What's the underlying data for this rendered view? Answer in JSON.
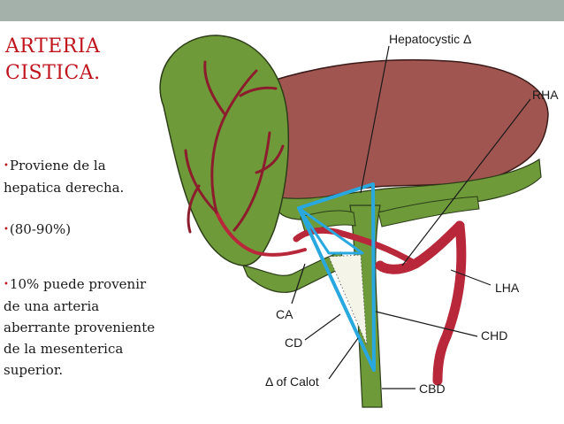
{
  "slide": {
    "title": "ARTERIA CISTICA.",
    "bullets": [
      "Proviene de la hepatica derecha.",
      "(80-90%)",
      "10% puede provenir de una arteria aberrante proveniente de la mesenterica superior."
    ]
  },
  "diagram": {
    "labels": {
      "hepatocystic": "Hepatocystic Δ",
      "rha": "RHA",
      "lha": "LHA",
      "chd": "CHD",
      "ca": "CA",
      "cd": "CD",
      "calot": "Δ of Calot",
      "cbd": "CBD"
    }
  },
  "colors": {
    "title": "#c0141c",
    "top_bar": "#a4b1aa",
    "liver": "#a05550",
    "gallbladder": "#6e9a3a",
    "artery": "#b8283a",
    "triangle": "#29a8e0"
  }
}
